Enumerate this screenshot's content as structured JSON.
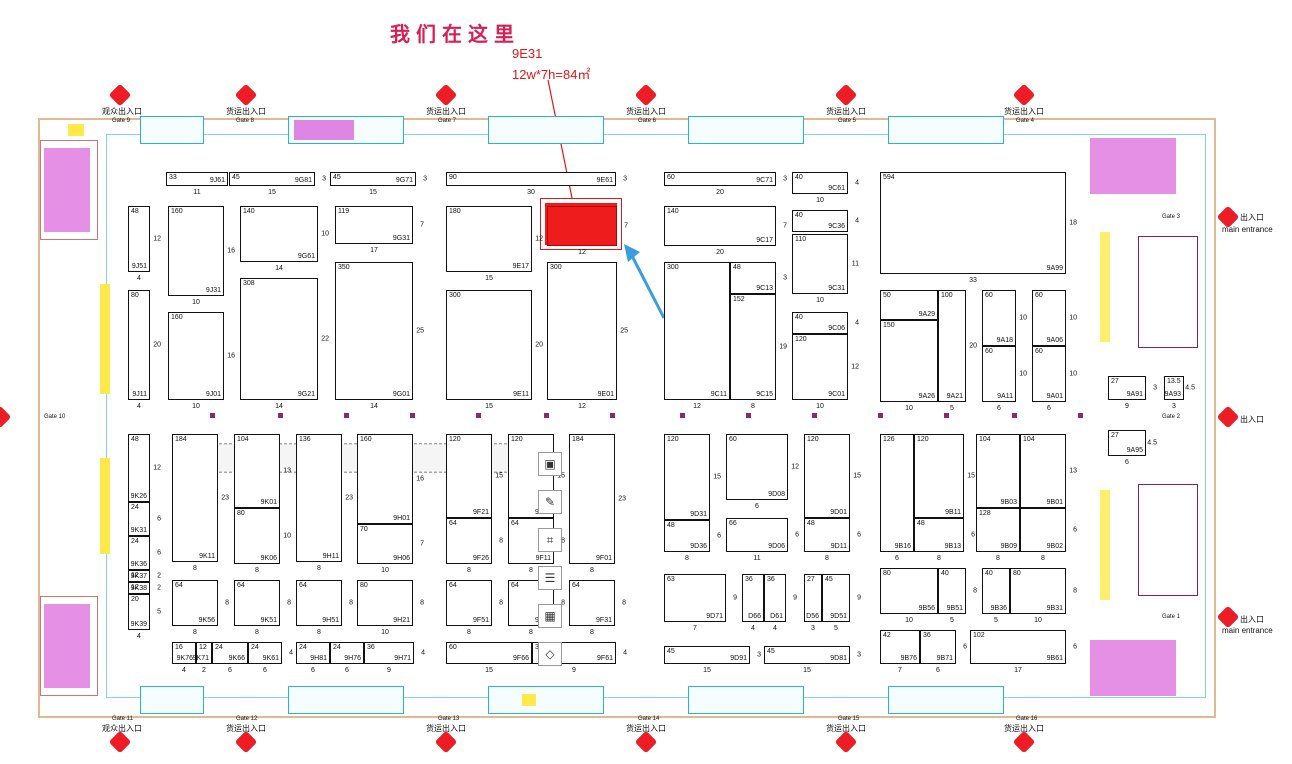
{
  "header": {
    "title": "我们在这里",
    "booth_code": "9E31",
    "booth_size": "12w*7h=84㎡"
  },
  "gates": {
    "top": [
      {
        "label": "观众出入口",
        "code": "Gate 9"
      },
      {
        "label": "货运出入口",
        "code": "Gate 8"
      },
      {
        "label": "货运出入口",
        "code": "Gate 7"
      },
      {
        "label": "货运出入口",
        "code": "Gate 6"
      },
      {
        "label": "货运出入口",
        "code": "Gate 5"
      },
      {
        "label": "货运出入口",
        "code": "Gate 4"
      }
    ],
    "bottom": [
      {
        "label": "观众出入口",
        "code": "Gate 11"
      },
      {
        "label": "货运出入口",
        "code": "Gate 12"
      },
      {
        "label": "货运出入口",
        "code": "Gate 13"
      },
      {
        "label": "货运出入口",
        "code": "Gate 14"
      },
      {
        "label": "货运出入口",
        "code": "Gate 15"
      },
      {
        "label": "货运出入口",
        "code": "Gate 16"
      }
    ],
    "right": [
      {
        "label": "出入口",
        "sub": "main entrance",
        "code": "Gate 3"
      },
      {
        "label": "出入口",
        "sub": "",
        "code": "Gate 2"
      },
      {
        "label": "出入口",
        "sub": "main entrance",
        "code": "Gate 1"
      }
    ],
    "left": [
      {
        "code": "Gate 10"
      }
    ]
  },
  "booths": [
    {
      "id": "9J61",
      "area": "33",
      "w": "11",
      "h": "3"
    },
    {
      "id": "9G81",
      "area": "45",
      "w": "15",
      "h": "3"
    },
    {
      "id": "9G71",
      "area": "45",
      "w": "15",
      "h": "3"
    },
    {
      "id": "9E61",
      "area": "90",
      "w": "30",
      "h": "3"
    },
    {
      "id": "9C71",
      "area": "60",
      "w": "20",
      "h": "3"
    },
    {
      "id": "9C61",
      "area": "40",
      "w": "10",
      "h": "4"
    },
    {
      "id": "9J51",
      "area": "48",
      "w": "4",
      "h": "12"
    },
    {
      "id": "9J31",
      "area": "160",
      "w": "10",
      "h": "16"
    },
    {
      "id": "9G61",
      "area": "140",
      "w": "14",
      "h": "10"
    },
    {
      "id": "9G31",
      "area": "119",
      "w": "17",
      "h": "7"
    },
    {
      "id": "9E17",
      "area": "180",
      "w": "15",
      "h": "12"
    },
    {
      "id": "9E31",
      "area": "",
      "w": "12",
      "h": "7"
    },
    {
      "id": "9C17",
      "area": "140",
      "w": "20",
      "h": "7"
    },
    {
      "id": "9C36",
      "area": "40",
      "w": "10",
      "h": "4"
    },
    {
      "id": "9C31",
      "area": "110",
      "w": "10",
      "h": "11"
    },
    {
      "id": "9A99",
      "area": "594",
      "w": "33",
      "h": "18"
    },
    {
      "id": "9J11",
      "area": "80",
      "w": "4",
      "h": "20"
    },
    {
      "id": "9J01",
      "area": "160",
      "w": "10",
      "h": "16"
    },
    {
      "id": "9G21",
      "area": "308",
      "w": "14",
      "h": "22"
    },
    {
      "id": "9G01",
      "area": "350",
      "w": "14",
      "h": "25"
    },
    {
      "id": "9E11",
      "area": "300",
      "w": "15",
      "h": "20"
    },
    {
      "id": "9E01",
      "area": "300",
      "w": "12",
      "h": "25"
    },
    {
      "id": "9C11",
      "area": "300",
      "w": "12",
      "h": "25"
    },
    {
      "id": "9C13",
      "area": "48",
      "w": "",
      "h": "3"
    },
    {
      "id": "9C15",
      "area": "152",
      "w": "8",
      "h": "19"
    },
    {
      "id": "9C06",
      "area": "40",
      "w": "10",
      "h": "4"
    },
    {
      "id": "9C01",
      "area": "120",
      "w": "10",
      "h": "12"
    },
    {
      "id": "9A29",
      "area": "50",
      "w": "",
      "h": "5"
    },
    {
      "id": "9A26",
      "area": "150",
      "w": "10",
      "h": "15"
    },
    {
      "id": "9A21",
      "area": "100",
      "w": "5",
      "h": "20"
    },
    {
      "id": "9A18",
      "area": "60",
      "w": "6",
      "h": "10"
    },
    {
      "id": "9A11",
      "area": "60",
      "w": "6",
      "h": "10"
    },
    {
      "id": "9A06",
      "area": "60",
      "w": "6",
      "h": "10"
    },
    {
      "id": "9A01",
      "area": "60",
      "w": "6",
      "h": "10"
    },
    {
      "id": "9A91",
      "area": "27",
      "w": "9",
      "h": "3"
    },
    {
      "id": "9A93",
      "area": "13.5",
      "w": "3",
      "h": "4.5"
    },
    {
      "id": "9A95",
      "area": "27",
      "w": "6",
      "h": "4.5"
    },
    {
      "id": "9K26",
      "area": "48",
      "w": "4",
      "h": "12"
    },
    {
      "id": "9K31",
      "area": "24",
      "w": "4",
      "h": "6"
    },
    {
      "id": "9K36",
      "area": "24",
      "w": "4",
      "h": "6"
    },
    {
      "id": "9K37",
      "area": "12",
      "w": "",
      "h": "2"
    },
    {
      "id": "9K38",
      "area": "12",
      "w": "",
      "h": "2"
    },
    {
      "id": "9K39",
      "area": "20",
      "w": "4",
      "h": "5"
    },
    {
      "id": "9K11",
      "area": "184",
      "w": "8",
      "h": "23"
    },
    {
      "id": "9K01",
      "area": "104",
      "w": "",
      "h": "13"
    },
    {
      "id": "9K06",
      "area": "80",
      "w": "8",
      "h": "10"
    },
    {
      "id": "9H11",
      "area": "136",
      "w": "8",
      "h": "23"
    },
    {
      "id": "9H01",
      "area": "160",
      "w": "",
      "h": "16"
    },
    {
      "id": "9H06",
      "area": "70",
      "w": "10",
      "h": "7"
    },
    {
      "id": "9F21",
      "area": "120",
      "w": "8",
      "h": "15"
    },
    {
      "id": "9F26",
      "area": "64",
      "w": "8",
      "h": "8"
    },
    {
      "id": "9F06",
      "area": "120",
      "w": "",
      "h": "15"
    },
    {
      "id": "9F11",
      "area": "64",
      "w": "8",
      "h": "8"
    },
    {
      "id": "9F01",
      "area": "184",
      "w": "8",
      "h": "23"
    },
    {
      "id": "9D31",
      "area": "120",
      "w": "8",
      "h": "15"
    },
    {
      "id": "9D36",
      "area": "48",
      "w": "8",
      "h": "6"
    },
    {
      "id": "9D08",
      "area": "60",
      "w": "6",
      "h": "12"
    },
    {
      "id": "9D06",
      "area": "66",
      "w": "11",
      "h": "6"
    },
    {
      "id": "9D01",
      "area": "120",
      "w": "8",
      "h": "15"
    },
    {
      "id": "9D11",
      "area": "48",
      "w": "8",
      "h": "6"
    },
    {
      "id": "9B16",
      "area": "126",
      "w": "6",
      "h": "15"
    },
    {
      "id": "9B11",
      "area": "120",
      "w": "8",
      "h": "15"
    },
    {
      "id": "9B13",
      "area": "48",
      "w": "8",
      "h": "6"
    },
    {
      "id": "9B03",
      "area": "104",
      "w": "8",
      "h": "13"
    },
    {
      "id": "9B01",
      "area": "104",
      "w": "8",
      "h": "13"
    },
    {
      "id": "9B09",
      "area": "128",
      "w": "8",
      "h": "16"
    },
    {
      "id": "9B02",
      "area": "",
      "w": "8",
      "h": "6"
    },
    {
      "id": "9K56",
      "area": "64",
      "w": "8",
      "h": "8"
    },
    {
      "id": "9K51",
      "area": "64",
      "w": "8",
      "h": "8"
    },
    {
      "id": "9H51",
      "area": "64",
      "w": "8",
      "h": "8"
    },
    {
      "id": "9H21",
      "area": "80",
      "w": "10",
      "h": "8"
    },
    {
      "id": "9F51",
      "area": "64",
      "w": "8",
      "h": "8"
    },
    {
      "id": "9F56",
      "area": "64",
      "w": "8",
      "h": "8"
    },
    {
      "id": "9F31",
      "area": "64",
      "w": "8",
      "h": "8"
    },
    {
      "id": "9D71",
      "area": "63",
      "w": "7",
      "h": "9"
    },
    {
      "id": "D66",
      "area": "36",
      "w": "4",
      "h": "9"
    },
    {
      "id": "D61",
      "area": "36",
      "w": "4",
      "h": "9"
    },
    {
      "id": "D56",
      "area": "27",
      "w": "3",
      "h": "9"
    },
    {
      "id": "9D51",
      "area": "45",
      "w": "5",
      "h": "9"
    },
    {
      "id": "9B56",
      "area": "80",
      "w": "10",
      "h": "8"
    },
    {
      "id": "9B51",
      "area": "40",
      "w": "5",
      "h": "8"
    },
    {
      "id": "9B36",
      "area": "40",
      "w": "5",
      "h": "8"
    },
    {
      "id": "9B31",
      "area": "80",
      "w": "10",
      "h": "8"
    },
    {
      "id": "9K76",
      "area": "16",
      "w": "4",
      "h": "4"
    },
    {
      "id": "9K71",
      "area": "12",
      "w": "2",
      "h": "6"
    },
    {
      "id": "9K66",
      "area": "24",
      "w": "6",
      "h": "4"
    },
    {
      "id": "9K61",
      "area": "24",
      "w": "6",
      "h": "4"
    },
    {
      "id": "9H81",
      "area": "24",
      "w": "6",
      "h": "4"
    },
    {
      "id": "9H76",
      "area": "24",
      "w": "6",
      "h": "4"
    },
    {
      "id": "9H71",
      "area": "36",
      "w": "9",
      "h": "4"
    },
    {
      "id": "9F66",
      "area": "60",
      "w": "15",
      "h": "4"
    },
    {
      "id": "9F61",
      "area": "36",
      "w": "9",
      "h": "4"
    },
    {
      "id": "9D91",
      "area": "45",
      "w": "15",
      "h": "3"
    },
    {
      "id": "9D81",
      "area": "45",
      "w": "15",
      "h": "3"
    },
    {
      "id": "9B76",
      "area": "42",
      "w": "7",
      "h": "6"
    },
    {
      "id": "9B71",
      "area": "36",
      "w": "6",
      "h": "6"
    },
    {
      "id": "9B61",
      "area": "102",
      "w": "17",
      "h": "6"
    }
  ],
  "toolbar": [
    {
      "name": "image-icon",
      "glyph": "▣"
    },
    {
      "name": "edit-image-icon",
      "glyph": "✎"
    },
    {
      "name": "crop-icon",
      "glyph": "⌗"
    },
    {
      "name": "image-text-icon",
      "glyph": "☰"
    },
    {
      "name": "table-icon",
      "glyph": "▦"
    },
    {
      "name": "eraser-icon",
      "glyph": "◇"
    }
  ],
  "colors": {
    "highlight": "#ee1c1c",
    "gate": "#ee1c24",
    "title": "#d61f52",
    "arrow": "#3a9de0"
  }
}
